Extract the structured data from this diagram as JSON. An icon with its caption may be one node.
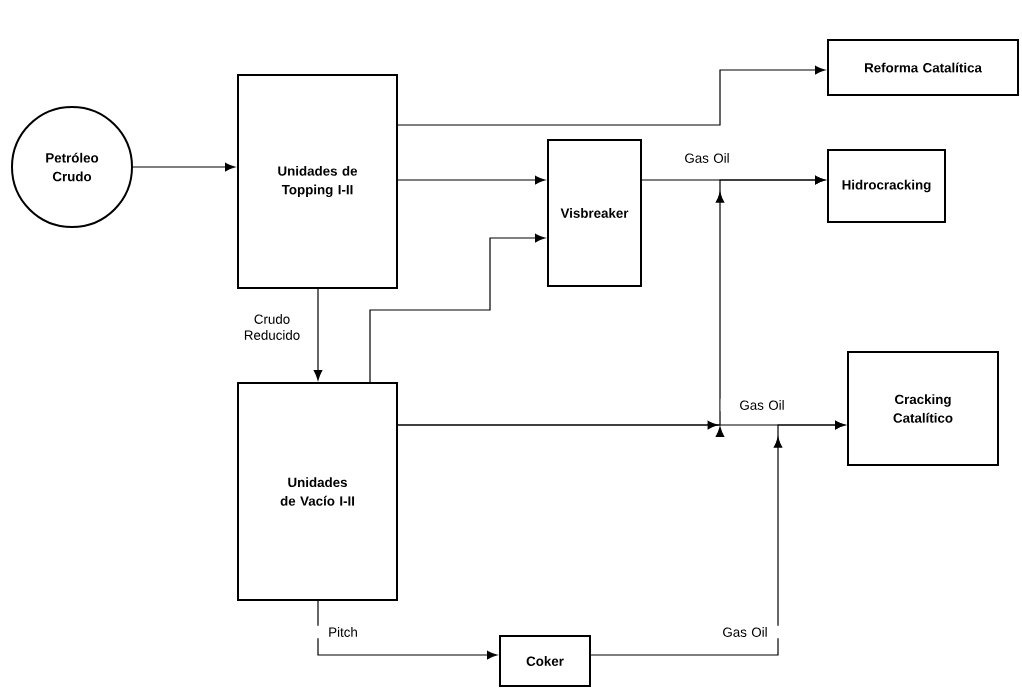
{
  "diagram": {
    "nodes": [
      {
        "text": [
          "Petróleo Crudo"
        ]
      },
      {
        "text": [
          "Unidades de Topping I-II"
        ]
      },
      {
        "text": [
          "Visbreaker"
        ]
      },
      {
        "text": [
          "Reforma Catalítica"
        ]
      },
      {
        "text": [
          "Hidrocracking"
        ]
      },
      {
        "text": [
          "Unidades de Vacío I-II"
        ]
      },
      {
        "text": [
          "Cracking Catalítico"
        ]
      },
      {
        "text": [
          "Coker"
        ]
      }
    ],
    "edges": [
      {
        "from": 0,
        "to": 1,
        "arrow": "to"
      },
      {
        "from": 1,
        "to": 3,
        "arrow": "to"
      },
      {
        "from": 1,
        "to": 2,
        "arrow": "to"
      },
      {
        "from": 1,
        "to": 5,
        "arrow": "to",
        "label": "Crudo Reducido"
      },
      {
        "from": 5,
        "to": 2,
        "arrow": "to"
      },
      {
        "from": 2,
        "to": 4,
        "arrow": "to",
        "label": "Gas Oil"
      },
      {
        "from": 5,
        "to": 6,
        "arrow": "to",
        "label": "Gas Oil"
      },
      {
        "from": 5,
        "to": 4,
        "arrow": "to"
      },
      {
        "from": 5,
        "to": 7,
        "arrow": "to",
        "label": "Pitch"
      },
      {
        "from": 7,
        "to": 6,
        "arrow": "to",
        "label": "Gas Oil"
      }
    ]
  }
}
